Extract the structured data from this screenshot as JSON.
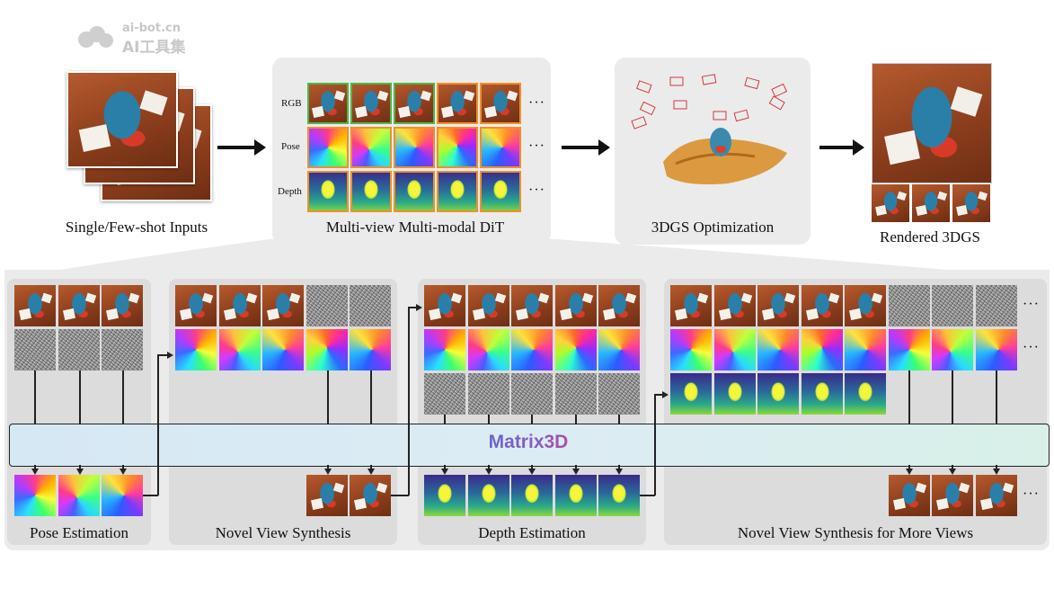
{
  "watermark": {
    "domain": "ai-bot.cn",
    "name": "AI工具集"
  },
  "top": {
    "inputs_label": "Single/Few-shot Inputs",
    "dit_label": "Multi-view Multi-modal DiT",
    "row_labels": [
      "RGB",
      "Pose",
      "Depth"
    ],
    "optim_label": "3DGS Optimization",
    "rendered_label": "Rendered 3DGS",
    "ellipsis": "···"
  },
  "center": {
    "model_name": "Matrix3D"
  },
  "tasks": [
    {
      "label": "Pose Estimation"
    },
    {
      "label": "Novel View Synthesis"
    },
    {
      "label": "Depth Estimation"
    },
    {
      "label": "Novel View Synthesis for More Views"
    }
  ],
  "colors": {
    "rgb_border": "#4cb848",
    "modal_border": "#f0902a",
    "matrix_text_start": "#4a6fd8",
    "matrix_text_end": "#e0406a"
  }
}
